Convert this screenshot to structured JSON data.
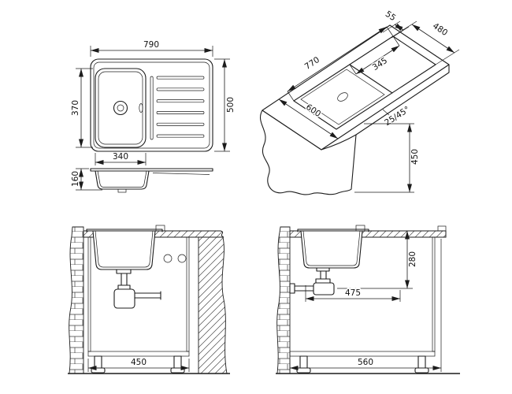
{
  "plan": {
    "width": "790",
    "bowl_height": "370",
    "depth": "500",
    "bowl_width": "340"
  },
  "profile": {
    "bowl_depth": "160"
  },
  "iso": {
    "edge": "55",
    "cutout_width": "480",
    "cutout_length": "770",
    "bowl": "345",
    "worktop_depth": "600",
    "chamfer": "25/45°",
    "height": "450"
  },
  "front_section": {
    "cabinet_width": "450"
  },
  "side_section": {
    "drain_height": "280",
    "clearance": "475",
    "cabinet_depth": "560"
  },
  "colors": {
    "line": "#1c1c1c",
    "background": "#ffffff"
  }
}
